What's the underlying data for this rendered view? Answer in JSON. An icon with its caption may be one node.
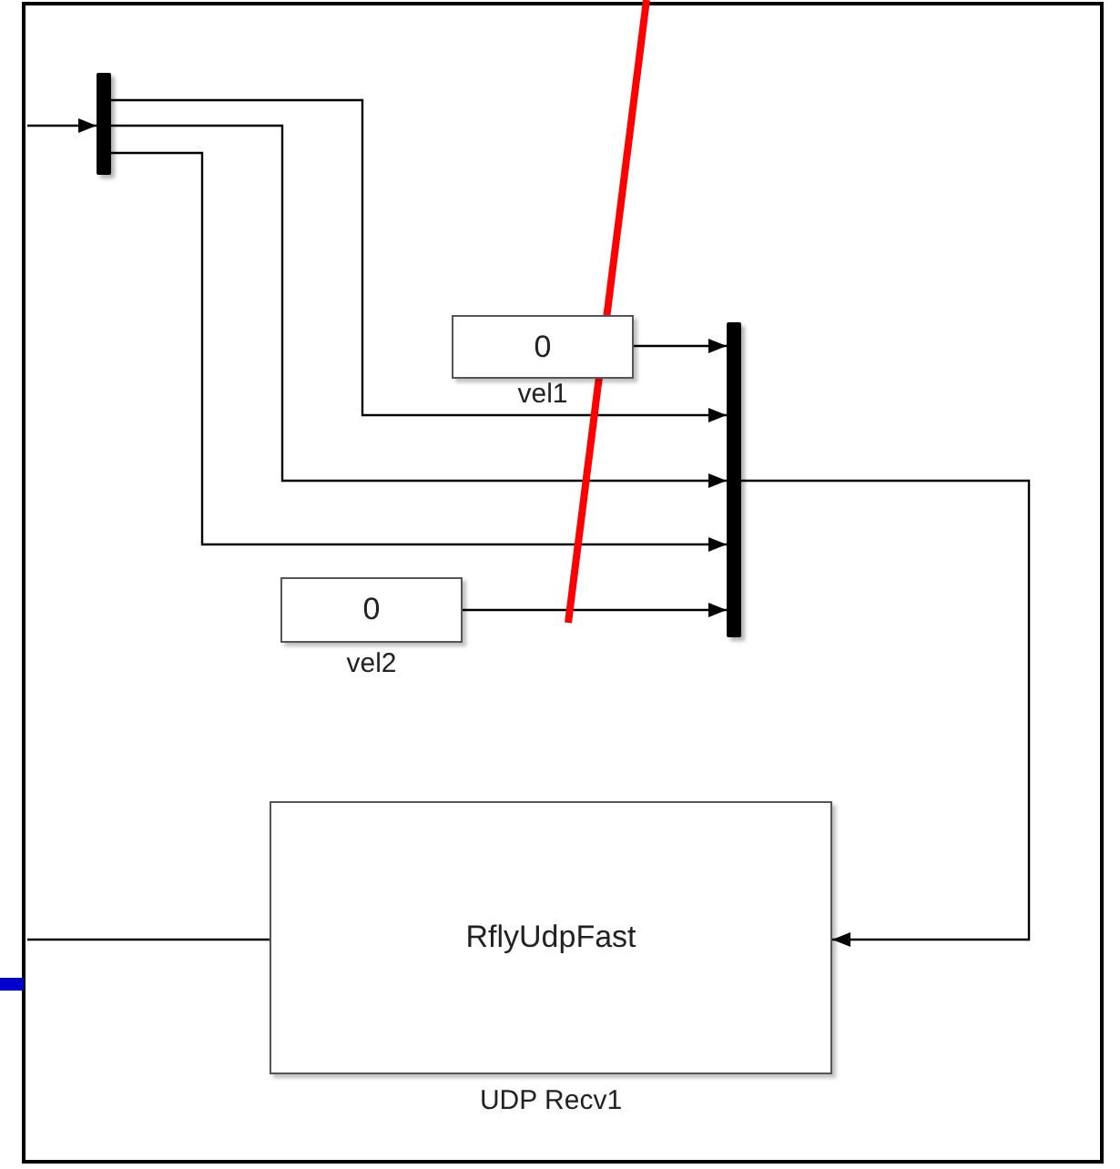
{
  "diagram": {
    "nodes": [
      {
        "text": [],
        "shape": "bar"
      },
      {
        "text": [
          "0"
        ],
        "beside": [
          "vel1"
        ]
      },
      {
        "text": [
          "0"
        ],
        "beside": [
          "vel2"
        ]
      },
      {
        "text": [],
        "shape": "bar"
      },
      {
        "text": [
          "RflyUdpFast"
        ],
        "beside": [
          "UDP Recv1"
        ]
      }
    ],
    "edges": [
      {
        "from": null,
        "to": 0,
        "arrow": "to"
      },
      {
        "from": 0,
        "to": 3,
        "arrow": "to"
      },
      {
        "from": 0,
        "to": 3,
        "arrow": "to"
      },
      {
        "from": 0,
        "to": 3,
        "arrow": "to"
      },
      {
        "from": 1,
        "to": 3,
        "arrow": "to"
      },
      {
        "from": 2,
        "to": 3,
        "arrow": "to"
      },
      {
        "from": 3,
        "to": 4,
        "arrow": "to"
      },
      {
        "from": 4,
        "to": null,
        "arrow": "none"
      }
    ]
  }
}
